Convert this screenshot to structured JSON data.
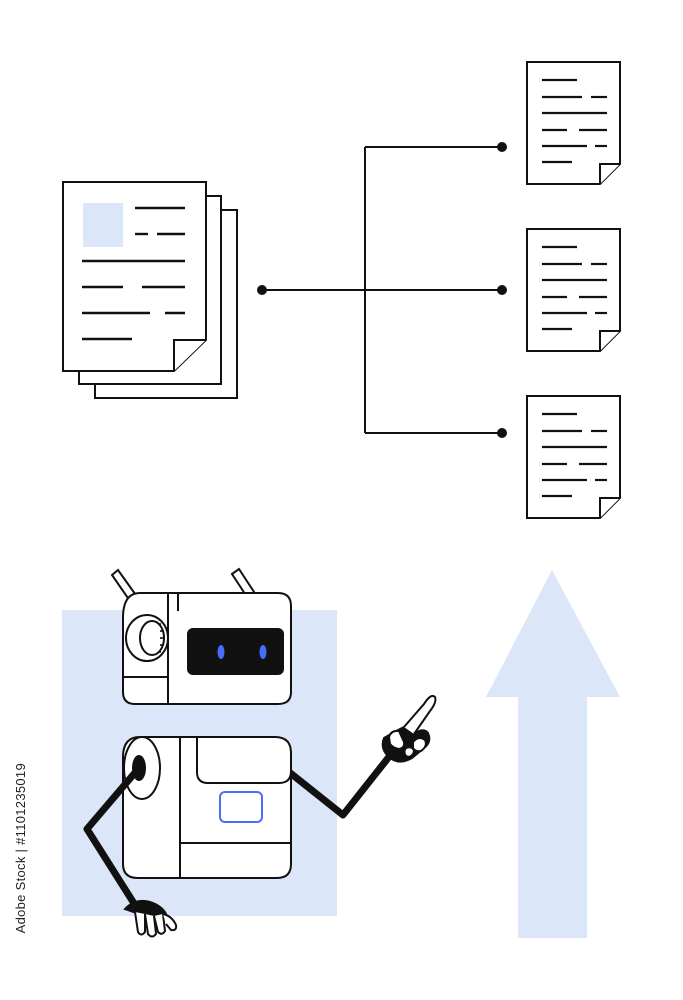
{
  "colors": {
    "stroke": "#111111",
    "accent_fill": "#dbe6f8",
    "eye": "#4a6cf7",
    "paper": "#ffffff"
  },
  "illustration": {
    "elements": [
      "source-document-stack",
      "branch-connector",
      "output-document",
      "output-document",
      "output-document",
      "robot",
      "up-arrow"
    ]
  },
  "watermark": {
    "stock_id": "Adobe Stock | #1101235019"
  }
}
